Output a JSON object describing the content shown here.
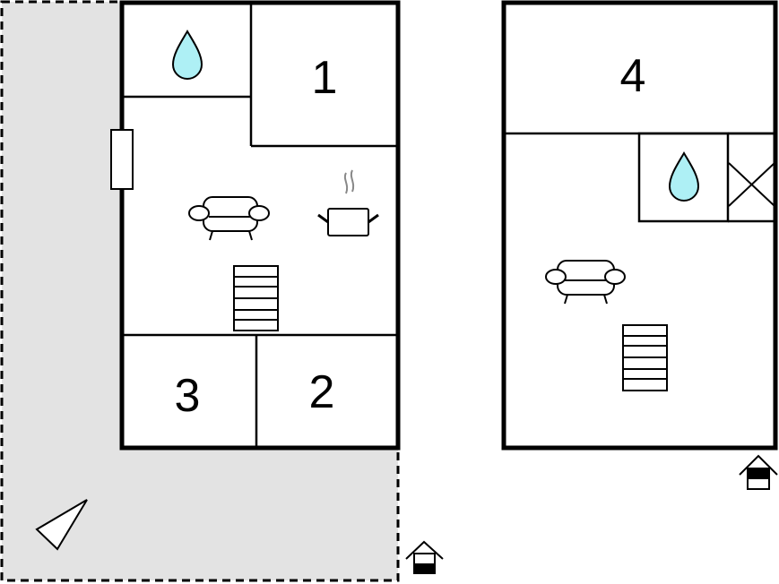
{
  "floorplan": {
    "ground_floor": {
      "rooms": [
        {
          "id": "bedroom-1",
          "label": "1"
        },
        {
          "id": "bedroom-2",
          "label": "2"
        },
        {
          "id": "bedroom-3",
          "label": "3"
        }
      ],
      "icons": [
        "water-drop-icon",
        "sofa-icon",
        "cooking-pot-icon",
        "stairs-icon",
        "door-icon",
        "terrace-area",
        "house-ground-floor-icon",
        "compass-arrow-icon"
      ]
    },
    "upper_floor": {
      "rooms": [
        {
          "id": "bedroom-4",
          "label": "4"
        }
      ],
      "icons": [
        "water-drop-icon",
        "sofa-icon",
        "stairs-icon",
        "void-cross-icon",
        "house-upper-floor-icon"
      ]
    },
    "colors": {
      "wall": "#000000",
      "terrace": "#e3e3e3",
      "water": "#aef0f5",
      "steam": "#888888"
    }
  }
}
